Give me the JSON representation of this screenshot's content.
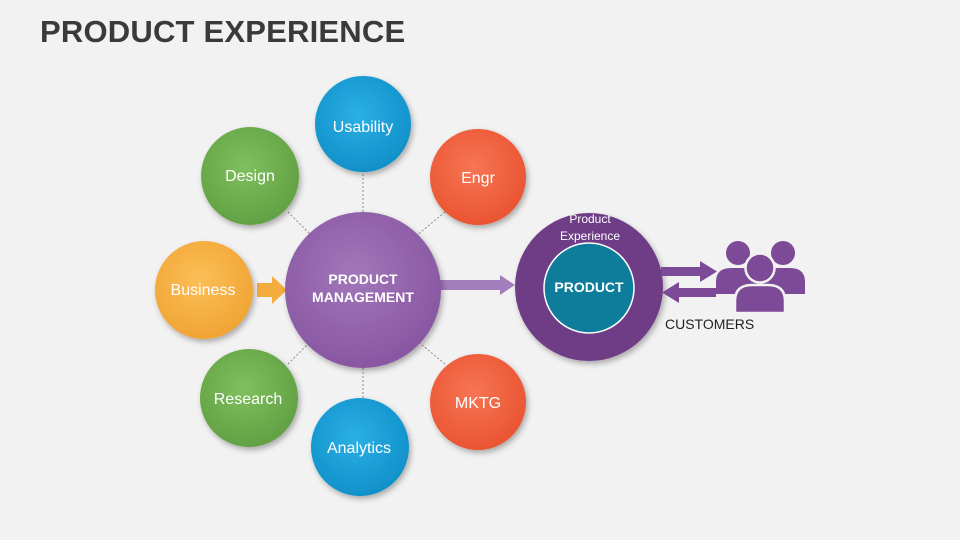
{
  "title": "PRODUCT EXPERIENCE",
  "center": {
    "label_line1": "PRODUCT",
    "label_line2": "MANAGEMENT"
  },
  "nodes": {
    "usability": "Usability",
    "engr": "Engr",
    "design": "Design",
    "business": "Business",
    "research": "Research",
    "analytics": "Analytics",
    "mktg": "MKTG"
  },
  "product_experience": {
    "caption_line1": "Product",
    "caption_line2": "Experience",
    "core": "PRODUCT"
  },
  "customers": {
    "label": "CUSTOMERS",
    "icon": "people-group-icon"
  },
  "colors": {
    "purple": "#8c5aa6",
    "blue": "#1296cf",
    "orange_red": "#ee5a38",
    "green": "#6aa84f",
    "yellow": "#f5ac3f",
    "teal": "#0e7d9c",
    "dark_purple": "#6e3e86"
  }
}
